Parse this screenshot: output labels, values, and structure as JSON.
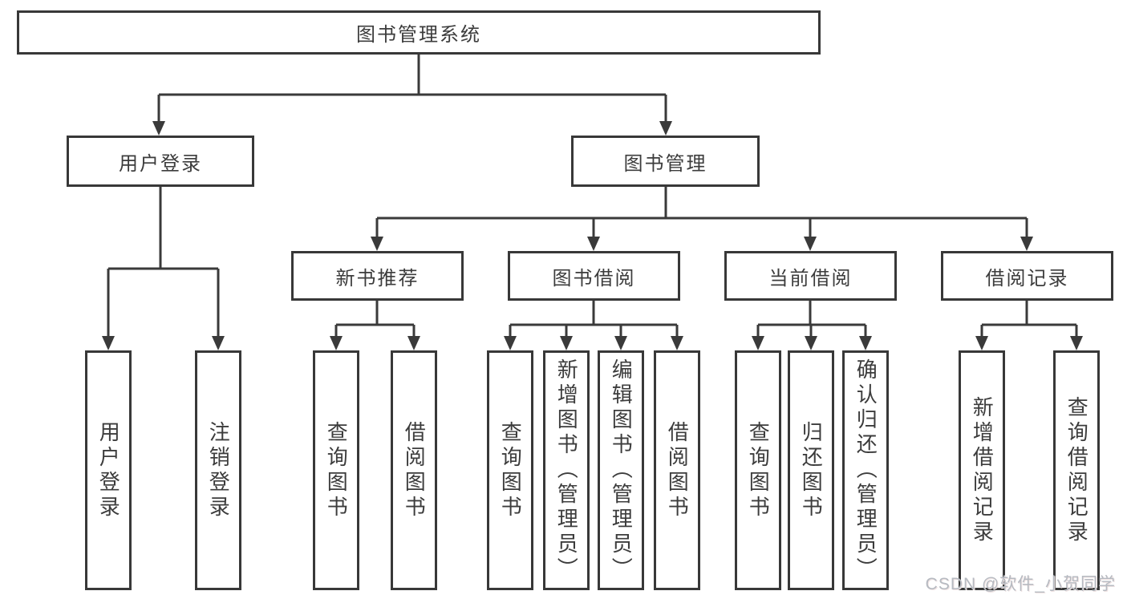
{
  "diagram": {
    "root": {
      "label": "图书管理系统"
    },
    "branches": [
      {
        "label": "用户登录",
        "children": [
          {
            "label": "用户登录"
          },
          {
            "label": "注销登录"
          }
        ]
      },
      {
        "label": "图书管理",
        "sections": [
          {
            "label": "新书推荐",
            "children": [
              {
                "label": "查询图书"
              },
              {
                "label": "借阅图书"
              }
            ]
          },
          {
            "label": "图书借阅",
            "children": [
              {
                "label": "查询图书"
              },
              {
                "label": "新增图书（管理员）"
              },
              {
                "label": "编辑图书（管理员）"
              },
              {
                "label": "借阅图书"
              }
            ]
          },
          {
            "label": "当前借阅",
            "children": [
              {
                "label": "查询图书"
              },
              {
                "label": "归还图书"
              },
              {
                "label": "确认归还（管理员）"
              }
            ]
          },
          {
            "label": "借阅记录",
            "children": [
              {
                "label": "新增借阅记录"
              },
              {
                "label": "查询借阅记录"
              }
            ]
          }
        ]
      }
    ]
  },
  "watermark": {
    "text": "CSDN @软件_小贺同学"
  },
  "colors": {
    "line": "#3a3a3a",
    "text": "#3c3c3c",
    "watermark_gray": "#b6bac1"
  }
}
